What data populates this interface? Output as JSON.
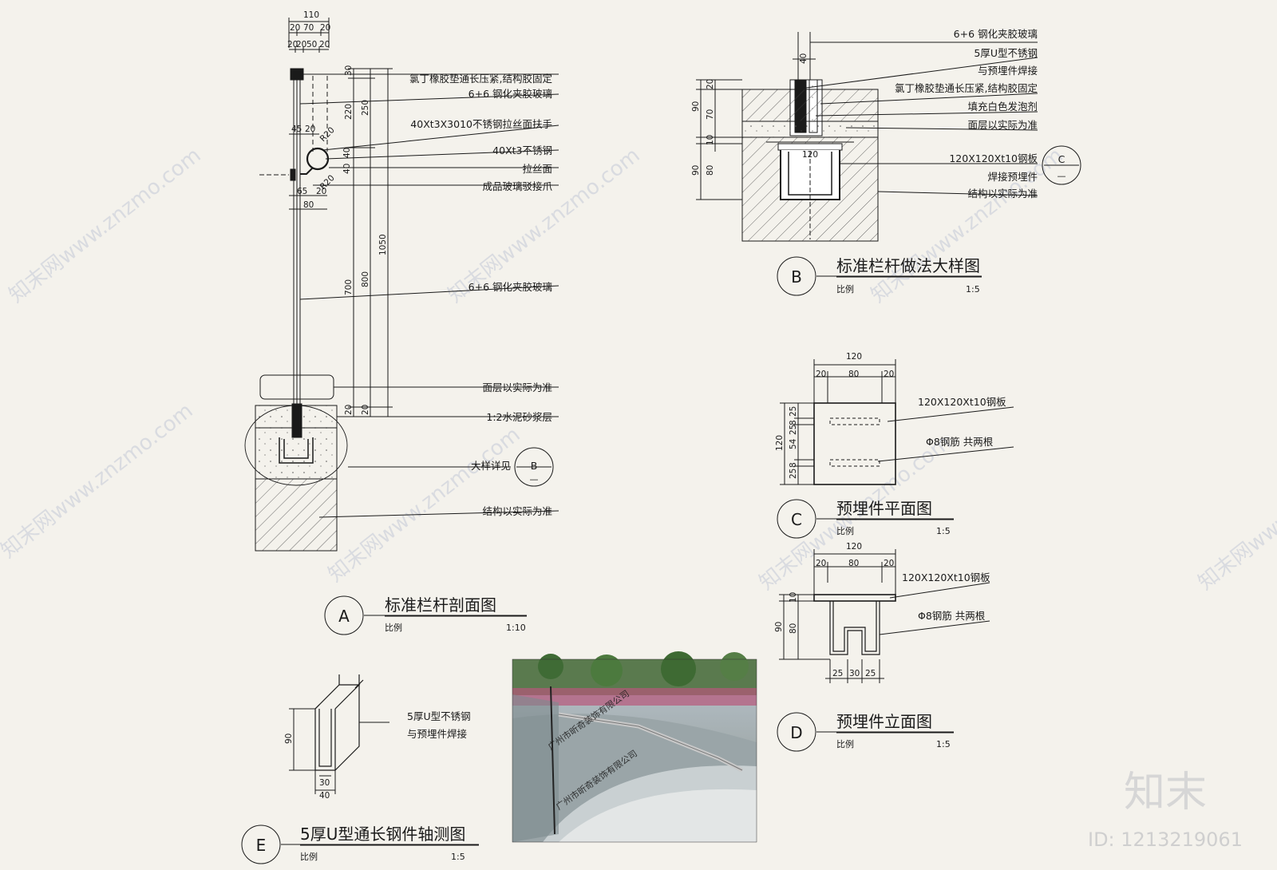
{
  "section_a": {
    "title": "标准栏杆剖面图",
    "scale_label": "比例",
    "scale_value": "1:10",
    "marker": "A",
    "dims_top": [
      "110",
      "20",
      "70",
      "20",
      "20",
      "20",
      "50",
      "20"
    ],
    "dims_mid": [
      "45",
      "20",
      "R20",
      "40",
      "40",
      "R20",
      "65",
      "20",
      "80"
    ],
    "dims_v": [
      "30",
      "220",
      "250",
      "1050",
      "800",
      "700",
      "20",
      "20"
    ],
    "labels": [
      "氯丁橡胶垫通长压紧,结构胶固定",
      "6+6 钢化夹胶玻璃",
      "40Xt3X3010不锈钢拉丝面扶手",
      "40Xt3不锈钢",
      "拉丝面",
      "成品玻璃驳接爪",
      "6+6 钢化夹胶玻璃",
      "面层以实际为准",
      "1:2水泥砂浆层",
      "大样详见",
      "结构以实际为准"
    ],
    "ref_marker": "B",
    "ref_dash": "—"
  },
  "section_b": {
    "title": "标准栏杆做法大样图",
    "scale_label": "比例",
    "scale_value": "1:5",
    "marker": "B",
    "dims": [
      "40",
      "20",
      "70",
      "90",
      "10",
      "80",
      "90",
      "120"
    ],
    "labels": [
      "6+6 钢化夹胶玻璃",
      "5厚U型不锈钢",
      "与预埋件焊接",
      "氯丁橡胶垫通长压紧,结构胶固定",
      "填充白色发泡剂",
      "面层以实际为准",
      "120X120Xt10钢板",
      "焊接预埋件",
      "结构以实际为准"
    ],
    "ref_marker": "C",
    "ref_dash": "—"
  },
  "section_c": {
    "title": "预埋件平面图",
    "scale_label": "比例",
    "scale_value": "1:5",
    "marker": "C",
    "dims": [
      "120",
      "20",
      "80",
      "20",
      "120",
      "25",
      "8",
      "25",
      "54",
      "25",
      "8"
    ],
    "labels": [
      "120X120Xt10钢板",
      "Φ8钢筋 共两根"
    ]
  },
  "section_d": {
    "title": "预埋件立面图",
    "scale_label": "比例",
    "scale_value": "1:5",
    "marker": "D",
    "dims": [
      "120",
      "20",
      "80",
      "20",
      "10",
      "90",
      "80",
      "25",
      "30",
      "25"
    ],
    "labels": [
      "120X120Xt10钢板",
      "Φ8钢筋 共两根"
    ]
  },
  "section_e": {
    "title": "5厚U型通长钢件轴测图",
    "scale_label": "比例",
    "scale_value": "1:5",
    "marker": "E",
    "dims": [
      "90",
      "30",
      "40"
    ],
    "labels": [
      "5厚U型不锈钢",
      "与预埋件焊接"
    ]
  },
  "photo": {
    "overlay": "广州市昕奇装饰有限公司"
  },
  "watermarks": {
    "site": "知末网www.znzmo.com",
    "brand": "知末",
    "id": "ID: 1213219061"
  },
  "colors": {
    "background": "#f4f2ec",
    "line": "#1a1a1a",
    "watermark": "#d9dbe0"
  }
}
